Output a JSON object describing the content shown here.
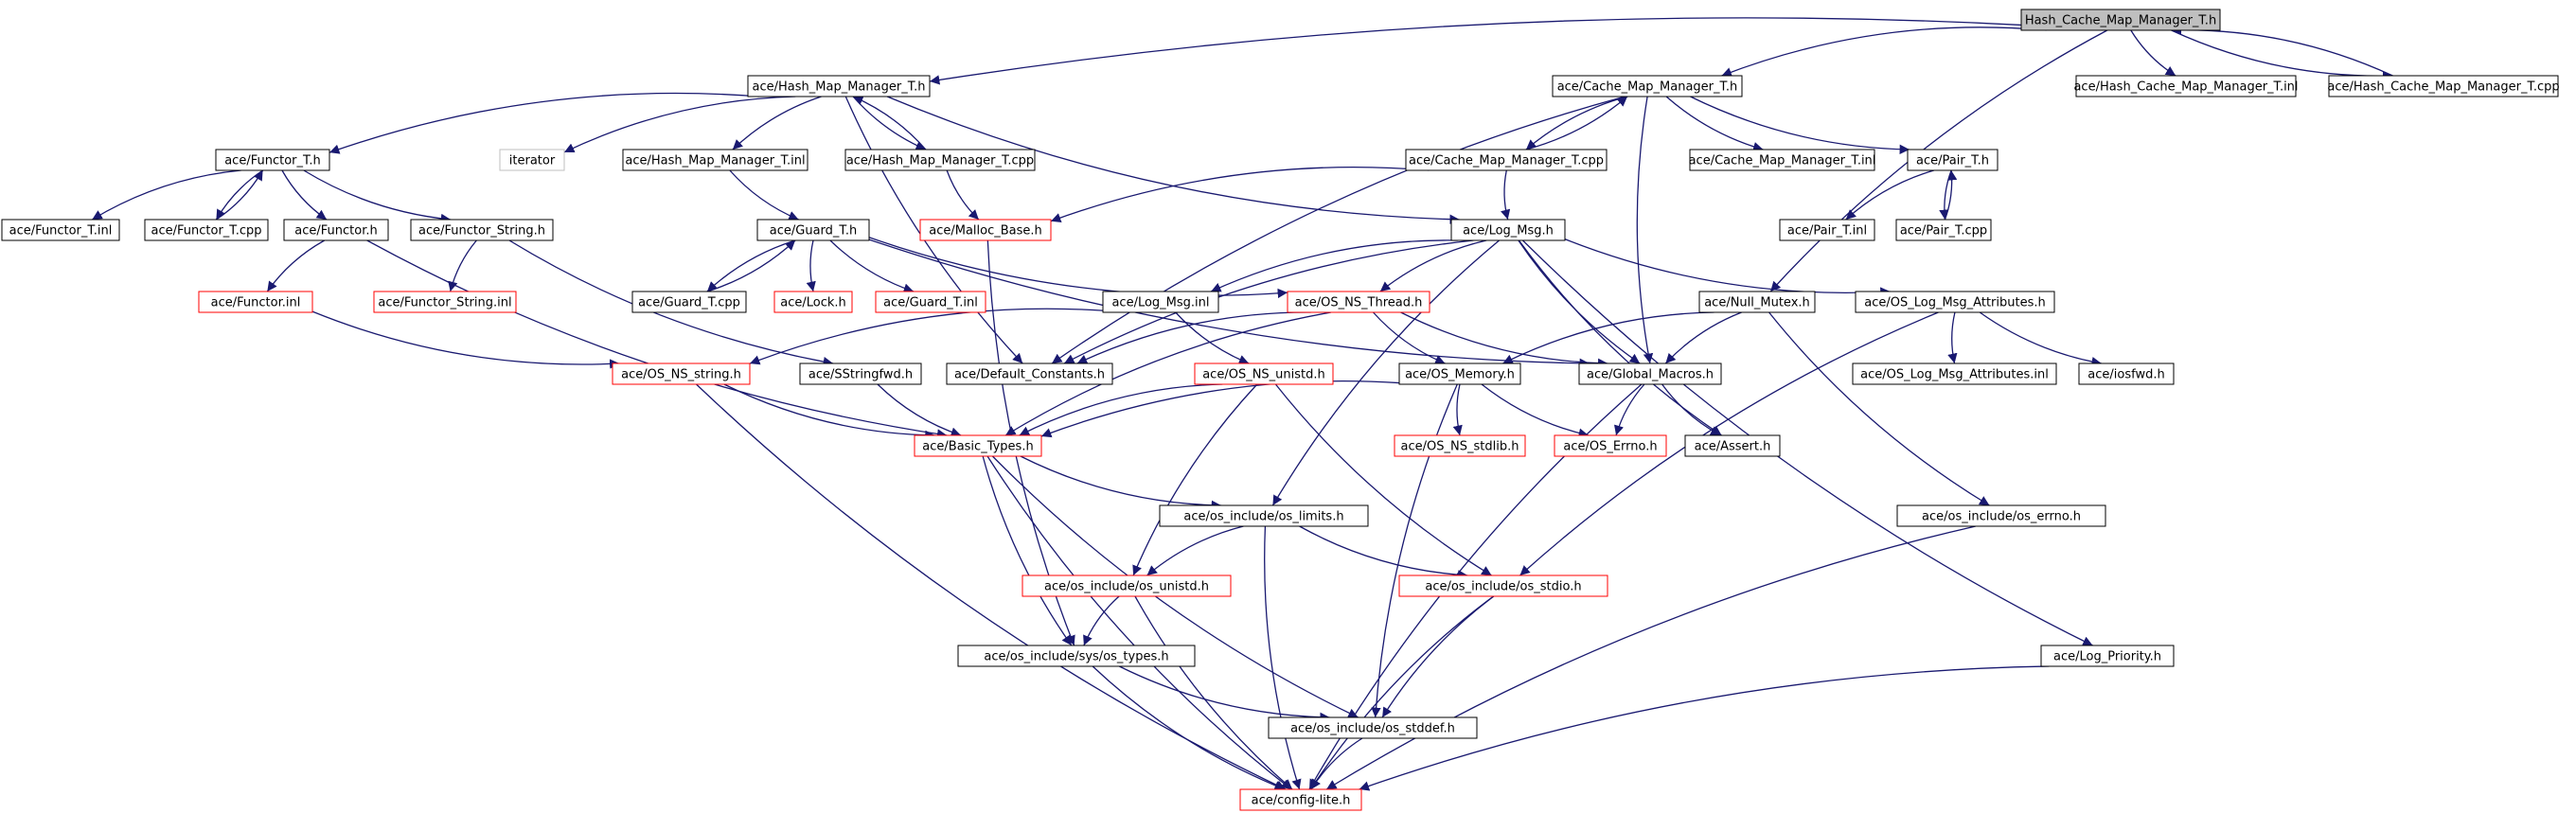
{
  "root": "n0",
  "nodes": {
    "n0": {
      "label": "Hash_Cache_Map_Manager_T.h",
      "kind": "root"
    },
    "hmm_h": {
      "label": "ace/Hash_Map_Manager_T.h",
      "kind": "normal"
    },
    "cmm_h": {
      "label": "ace/Cache_Map_Manager_T.h",
      "kind": "normal"
    },
    "hcmm_inl": {
      "label": "ace/Hash_Cache_Map_Manager_T.inl",
      "kind": "normal"
    },
    "hcmm_cpp": {
      "label": "ace/Hash_Cache_Map_Manager_T.cpp",
      "kind": "normal"
    },
    "functor_t_h": {
      "label": "ace/Functor_T.h",
      "kind": "normal"
    },
    "iterator": {
      "label": "iterator",
      "kind": "external"
    },
    "hmm_inl": {
      "label": "ace/Hash_Map_Manager_T.inl",
      "kind": "normal"
    },
    "hmm_cpp": {
      "label": "ace/Hash_Map_Manager_T.cpp",
      "kind": "normal"
    },
    "cmm_cpp": {
      "label": "ace/Cache_Map_Manager_T.cpp",
      "kind": "normal"
    },
    "cmm_inl": {
      "label": "ace/Cache_Map_Manager_T.inl",
      "kind": "normal"
    },
    "pair_h": {
      "label": "ace/Pair_T.h",
      "kind": "normal"
    },
    "functor_t_inl": {
      "label": "ace/Functor_T.inl",
      "kind": "normal"
    },
    "functor_t_cpp": {
      "label": "ace/Functor_T.cpp",
      "kind": "normal"
    },
    "functor_h": {
      "label": "ace/Functor.h",
      "kind": "normal"
    },
    "functor_string_h": {
      "label": "ace/Functor_String.h",
      "kind": "normal"
    },
    "guard_h": {
      "label": "ace/Guard_T.h",
      "kind": "normal"
    },
    "malloc_base": {
      "label": "ace/Malloc_Base.h",
      "kind": "incomplete"
    },
    "log_msg_h": {
      "label": "ace/Log_Msg.h",
      "kind": "normal"
    },
    "pair_inl": {
      "label": "ace/Pair_T.inl",
      "kind": "normal"
    },
    "pair_cpp": {
      "label": "ace/Pair_T.cpp",
      "kind": "normal"
    },
    "functor_inl": {
      "label": "ace/Functor.inl",
      "kind": "incomplete"
    },
    "functor_string_inl": {
      "label": "ace/Functor_String.inl",
      "kind": "incomplete"
    },
    "guard_cpp": {
      "label": "ace/Guard_T.cpp",
      "kind": "normal"
    },
    "lock_h": {
      "label": "ace/Lock.h",
      "kind": "incomplete"
    },
    "guard_inl": {
      "label": "ace/Guard_T.inl",
      "kind": "incomplete"
    },
    "log_msg_inl": {
      "label": "ace/Log_Msg.inl",
      "kind": "normal"
    },
    "os_ns_thread": {
      "label": "ace/OS_NS_Thread.h",
      "kind": "incomplete"
    },
    "null_mutex": {
      "label": "ace/Null_Mutex.h",
      "kind": "normal"
    },
    "os_log_msg_attr_h": {
      "label": "ace/OS_Log_Msg_Attributes.h",
      "kind": "normal"
    },
    "os_ns_string": {
      "label": "ace/OS_NS_string.h",
      "kind": "incomplete"
    },
    "sstringfwd": {
      "label": "ace/SStringfwd.h",
      "kind": "normal"
    },
    "default_constants": {
      "label": "ace/Default_Constants.h",
      "kind": "normal"
    },
    "os_ns_unistd": {
      "label": "ace/OS_NS_unistd.h",
      "kind": "incomplete"
    },
    "os_memory": {
      "label": "ace/OS_Memory.h",
      "kind": "normal"
    },
    "global_macros": {
      "label": "ace/Global_Macros.h",
      "kind": "normal"
    },
    "os_log_msg_attr_inl": {
      "label": "ace/OS_Log_Msg_Attributes.inl",
      "kind": "normal"
    },
    "iosfwd": {
      "label": "ace/iosfwd.h",
      "kind": "normal"
    },
    "basic_types": {
      "label": "ace/Basic_Types.h",
      "kind": "incomplete"
    },
    "os_ns_stdlib": {
      "label": "ace/OS_NS_stdlib.h",
      "kind": "incomplete"
    },
    "os_errno_h": {
      "label": "ace/OS_Errno.h",
      "kind": "incomplete"
    },
    "assert_h": {
      "label": "ace/Assert.h",
      "kind": "normal"
    },
    "os_limits": {
      "label": "ace/os_include/os_limits.h",
      "kind": "normal"
    },
    "os_inc_errno": {
      "label": "ace/os_include/os_errno.h",
      "kind": "normal"
    },
    "os_unistd": {
      "label": "ace/os_include/os_unistd.h",
      "kind": "incomplete"
    },
    "os_stdio": {
      "label": "ace/os_include/os_stdio.h",
      "kind": "incomplete"
    },
    "sys_os_types": {
      "label": "ace/os_include/sys/os_types.h",
      "kind": "normal"
    },
    "log_priority": {
      "label": "ace/Log_Priority.h",
      "kind": "normal"
    },
    "os_stddef": {
      "label": "ace/os_include/os_stddef.h",
      "kind": "normal"
    },
    "config_lite": {
      "label": "ace/config-lite.h",
      "kind": "incomplete"
    }
  },
  "edges": [
    [
      "n0",
      "hmm_h"
    ],
    [
      "n0",
      "cmm_h"
    ],
    [
      "n0",
      "hcmm_inl"
    ],
    [
      "n0",
      "hcmm_cpp"
    ],
    [
      "n0",
      "null_mutex"
    ],
    [
      "hcmm_cpp",
      "n0"
    ],
    [
      "hmm_h",
      "functor_t_h"
    ],
    [
      "hmm_h",
      "iterator"
    ],
    [
      "hmm_h",
      "hmm_inl"
    ],
    [
      "hmm_h",
      "hmm_cpp"
    ],
    [
      "hmm_h",
      "log_msg_h"
    ],
    [
      "hmm_h",
      "default_constants"
    ],
    [
      "hmm_cpp",
      "hmm_h"
    ],
    [
      "hmm_cpp",
      "malloc_base"
    ],
    [
      "hmm_inl",
      "guard_h"
    ],
    [
      "cmm_h",
      "cmm_cpp"
    ],
    [
      "cmm_h",
      "cmm_inl"
    ],
    [
      "cmm_h",
      "pair_h"
    ],
    [
      "cmm_h",
      "global_macros"
    ],
    [
      "cmm_h",
      "default_constants"
    ],
    [
      "cmm_cpp",
      "cmm_h"
    ],
    [
      "cmm_cpp",
      "log_msg_h"
    ],
    [
      "cmm_cpp",
      "malloc_base"
    ],
    [
      "pair_h",
      "pair_inl"
    ],
    [
      "pair_h",
      "pair_cpp"
    ],
    [
      "pair_cpp",
      "pair_h"
    ],
    [
      "functor_t_h",
      "functor_t_inl"
    ],
    [
      "functor_t_h",
      "functor_t_cpp"
    ],
    [
      "functor_t_h",
      "functor_h"
    ],
    [
      "functor_t_h",
      "functor_string_h"
    ],
    [
      "functor_t_cpp",
      "functor_t_h"
    ],
    [
      "functor_h",
      "functor_inl"
    ],
    [
      "functor_h",
      "basic_types"
    ],
    [
      "functor_inl",
      "os_ns_string"
    ],
    [
      "functor_string_h",
      "functor_string_inl"
    ],
    [
      "functor_string_h",
      "sstringfwd"
    ],
    [
      "guard_h",
      "guard_cpp"
    ],
    [
      "guard_h",
      "lock_h"
    ],
    [
      "guard_h",
      "guard_inl"
    ],
    [
      "guard_h",
      "os_ns_thread"
    ],
    [
      "guard_h",
      "global_macros"
    ],
    [
      "guard_cpp",
      "guard_h"
    ],
    [
      "malloc_base",
      "sys_os_types"
    ],
    [
      "log_msg_h",
      "log_msg_inl"
    ],
    [
      "log_msg_h",
      "os_ns_thread"
    ],
    [
      "log_msg_h",
      "global_macros"
    ],
    [
      "log_msg_h",
      "default_constants"
    ],
    [
      "log_msg_h",
      "os_log_msg_attr_h"
    ],
    [
      "log_msg_h",
      "log_priority"
    ],
    [
      "log_msg_h",
      "assert_h"
    ],
    [
      "log_msg_h",
      "os_limits"
    ],
    [
      "log_msg_inl",
      "os_ns_string"
    ],
    [
      "log_msg_inl",
      "os_ns_unistd"
    ],
    [
      "os_ns_thread",
      "os_memory"
    ],
    [
      "os_ns_thread",
      "global_macros"
    ],
    [
      "os_ns_thread",
      "default_constants"
    ],
    [
      "os_ns_thread",
      "basic_types"
    ],
    [
      "null_mutex",
      "os_memory"
    ],
    [
      "null_mutex",
      "global_macros"
    ],
    [
      "null_mutex",
      "os_inc_errno"
    ],
    [
      "os_log_msg_attr_h",
      "os_log_msg_attr_inl"
    ],
    [
      "os_log_msg_attr_h",
      "iosfwd"
    ],
    [
      "os_log_msg_attr_h",
      "os_stdio"
    ],
    [
      "os_ns_string",
      "basic_types"
    ],
    [
      "os_ns_string",
      "config_lite"
    ],
    [
      "sstringfwd",
      "basic_types"
    ],
    [
      "os_ns_unistd",
      "basic_types"
    ],
    [
      "os_ns_unistd",
      "os_unistd"
    ],
    [
      "os_ns_unistd",
      "os_stdio"
    ],
    [
      "os_memory",
      "os_ns_stdlib"
    ],
    [
      "os_memory",
      "os_errno_h"
    ],
    [
      "os_memory",
      "basic_types"
    ],
    [
      "os_memory",
      "os_stddef"
    ],
    [
      "global_macros",
      "os_errno_h"
    ],
    [
      "global_macros",
      "assert_h"
    ],
    [
      "global_macros",
      "config_lite"
    ],
    [
      "basic_types",
      "os_limits"
    ],
    [
      "basic_types",
      "sys_os_types"
    ],
    [
      "basic_types",
      "os_stddef"
    ],
    [
      "basic_types",
      "config_lite"
    ],
    [
      "os_limits",
      "os_unistd"
    ],
    [
      "os_limits",
      "os_stdio"
    ],
    [
      "os_limits",
      "config_lite"
    ],
    [
      "os_unistd",
      "sys_os_types"
    ],
    [
      "os_unistd",
      "config_lite"
    ],
    [
      "os_stdio",
      "os_stddef"
    ],
    [
      "os_stdio",
      "config_lite"
    ],
    [
      "sys_os_types",
      "os_stddef"
    ],
    [
      "sys_os_types",
      "config_lite"
    ],
    [
      "os_stddef",
      "config_lite"
    ],
    [
      "os_inc_errno",
      "config_lite"
    ],
    [
      "log_priority",
      "config_lite"
    ]
  ],
  "colors": {
    "edge": "#191970",
    "node_border": "#000000",
    "incomplete_border": "#ff0000",
    "external_border": "#bfbfbf",
    "root_fill": "#bfbfbf"
  }
}
